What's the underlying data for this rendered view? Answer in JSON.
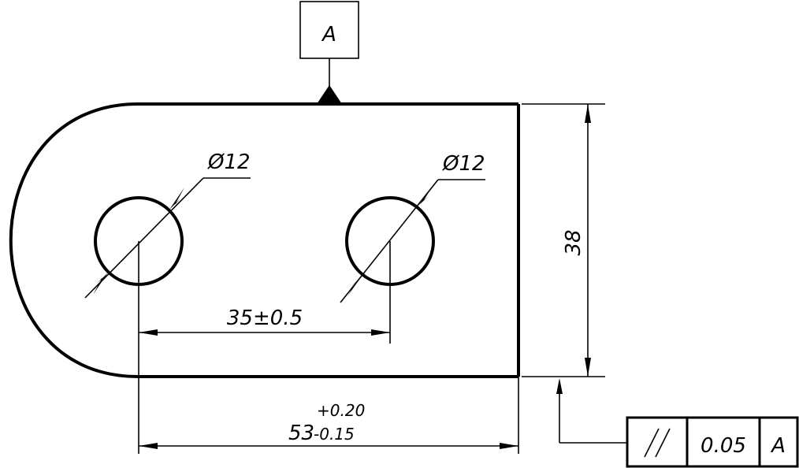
{
  "datum": {
    "label": "A"
  },
  "holes": [
    {
      "diameter_label": "Ø12"
    },
    {
      "diameter_label": "Ø12"
    }
  ],
  "dimensions": {
    "hole_spacing": "35±0.5",
    "height": "38",
    "length": {
      "nominal": "53",
      "upper_tolerance": "+0.20",
      "lower_tolerance": "-0.15"
    }
  },
  "feature_control_frame": {
    "characteristic": "//",
    "characteristic_name": "parallelism-icon",
    "tolerance": "0.05",
    "datum_reference": "A"
  }
}
